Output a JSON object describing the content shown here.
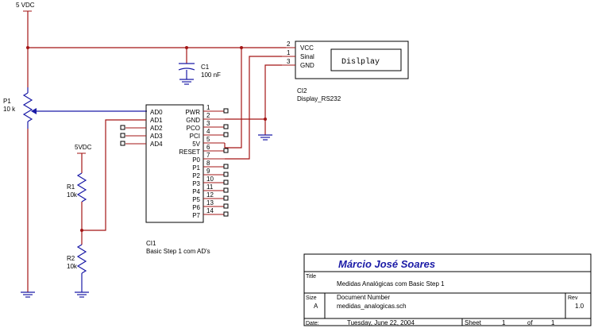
{
  "supply": {
    "top_label": "5 VDC",
    "mid_label": "5VDC"
  },
  "capacitor": {
    "ref": "C1",
    "value": "100 nF"
  },
  "pot": {
    "ref": "P1",
    "value": "10 k"
  },
  "resistors": [
    {
      "ref": "R1",
      "value": "10k"
    },
    {
      "ref": "R2",
      "value": "10k"
    }
  ],
  "display": {
    "ref": "CI2",
    "name": "Display_RS232",
    "screen_text": "Dislplay",
    "pins": [
      {
        "label": "VCC",
        "num": "2"
      },
      {
        "label": "Sinal",
        "num": "1"
      },
      {
        "label": "GND",
        "num": "3"
      }
    ]
  },
  "ic": {
    "ref": "CI1",
    "name": "Basic Step 1 com AD's",
    "left_pins": [
      "AD0",
      "AD1",
      "AD2",
      "AD3",
      "AD4"
    ],
    "right_pins": [
      {
        "label": "PWR",
        "num": "1"
      },
      {
        "label": "GND",
        "num": "2"
      },
      {
        "label": "PCO",
        "num": "3"
      },
      {
        "label": "PCI",
        "num": "4"
      },
      {
        "label": "5V",
        "num": "5"
      },
      {
        "label": "RESET",
        "num": "6"
      },
      {
        "label": "",
        "num": "7"
      },
      {
        "label": "P0",
        "num": "8"
      },
      {
        "label": "P1",
        "num": "9"
      },
      {
        "label": "P2",
        "num": "10"
      },
      {
        "label": "P3",
        "num": "11"
      },
      {
        "label": "P4",
        "num": "12"
      },
      {
        "label": "P5",
        "num": "13"
      },
      {
        "label": "P6",
        "num": "14"
      },
      {
        "label": "P7",
        "num": ""
      }
    ]
  },
  "title_block": {
    "author": "Márcio José Soares",
    "title_caption": "Title",
    "title": "Medidas Analógicas com Basic Step 1",
    "size_caption": "Size",
    "size": "A",
    "docnum_caption": "Document Number",
    "docnum": "medidas_analogicas.sch",
    "rev_caption": "Rev",
    "rev": "1.0",
    "date_caption": "Date:",
    "date": "Tuesday, June 22, 2004",
    "sheet_caption": "Sheet",
    "sheet": "1",
    "of_caption": "of",
    "of": "1"
  },
  "colors": {
    "wire": "#a31515",
    "component": "#1a1aa6",
    "text": "#000000"
  }
}
